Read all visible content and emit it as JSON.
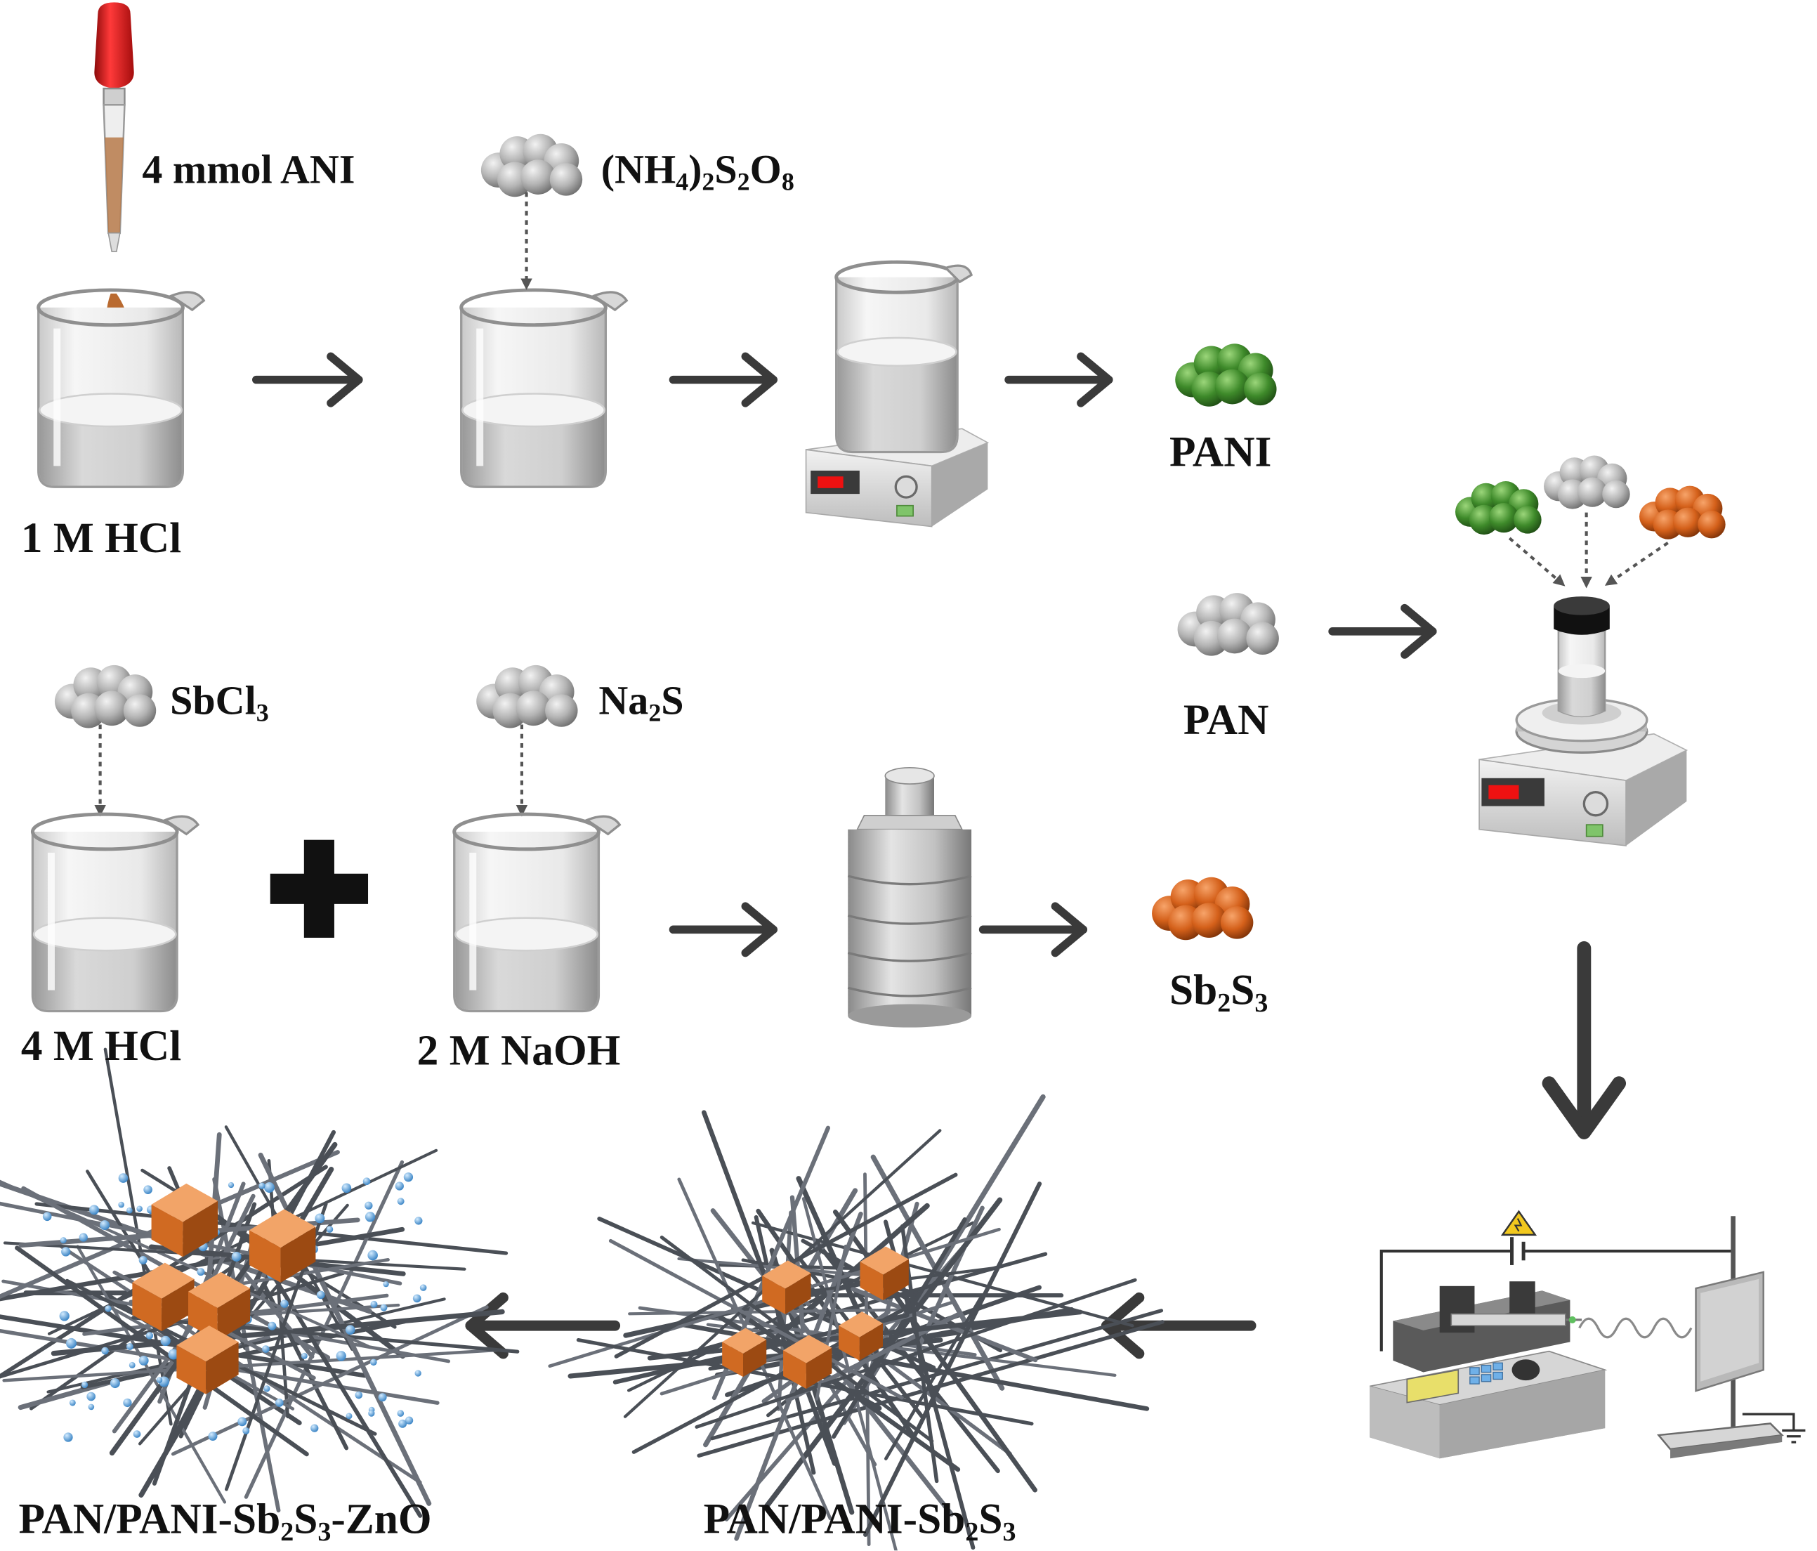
{
  "labels": {
    "ani": "4 mmol ANI",
    "aps": {
      "p1": "(NH",
      "s1": "4",
      "p2": ")",
      "s2": "2",
      "p3": "S",
      "s3": "2",
      "p4": "O",
      "s4": "8"
    },
    "hcl1": "1 M HCl",
    "pani": "PANI",
    "pan": "PAN",
    "sbcl3": {
      "p1": "SbCl",
      "s1": "3"
    },
    "na2s": {
      "p1": "Na",
      "s1": "2",
      "p2": "S"
    },
    "hcl4": "4 M HCl",
    "naoh": "2 M NaOH",
    "sb2s3": {
      "p1": "Sb",
      "s1": "2",
      "p2": "S",
      "s2": "3"
    },
    "composite1": {
      "p1": "PAN/PANI-Sb",
      "s1": "2",
      "p2": "S",
      "s2": "3"
    },
    "composite2": {
      "p1": "PAN/PANI-Sb",
      "s1": "2",
      "p2": "S",
      "s2": "3",
      "p3": "-ZnO"
    }
  },
  "colors": {
    "arrow": "#3a3a3a",
    "pani_green": "#3e8a2a",
    "sb2s3_orange": "#d4601a",
    "gray_particle": "#a8a8a8",
    "display_red": "#ee1111",
    "dropper_red": "#d81818"
  }
}
